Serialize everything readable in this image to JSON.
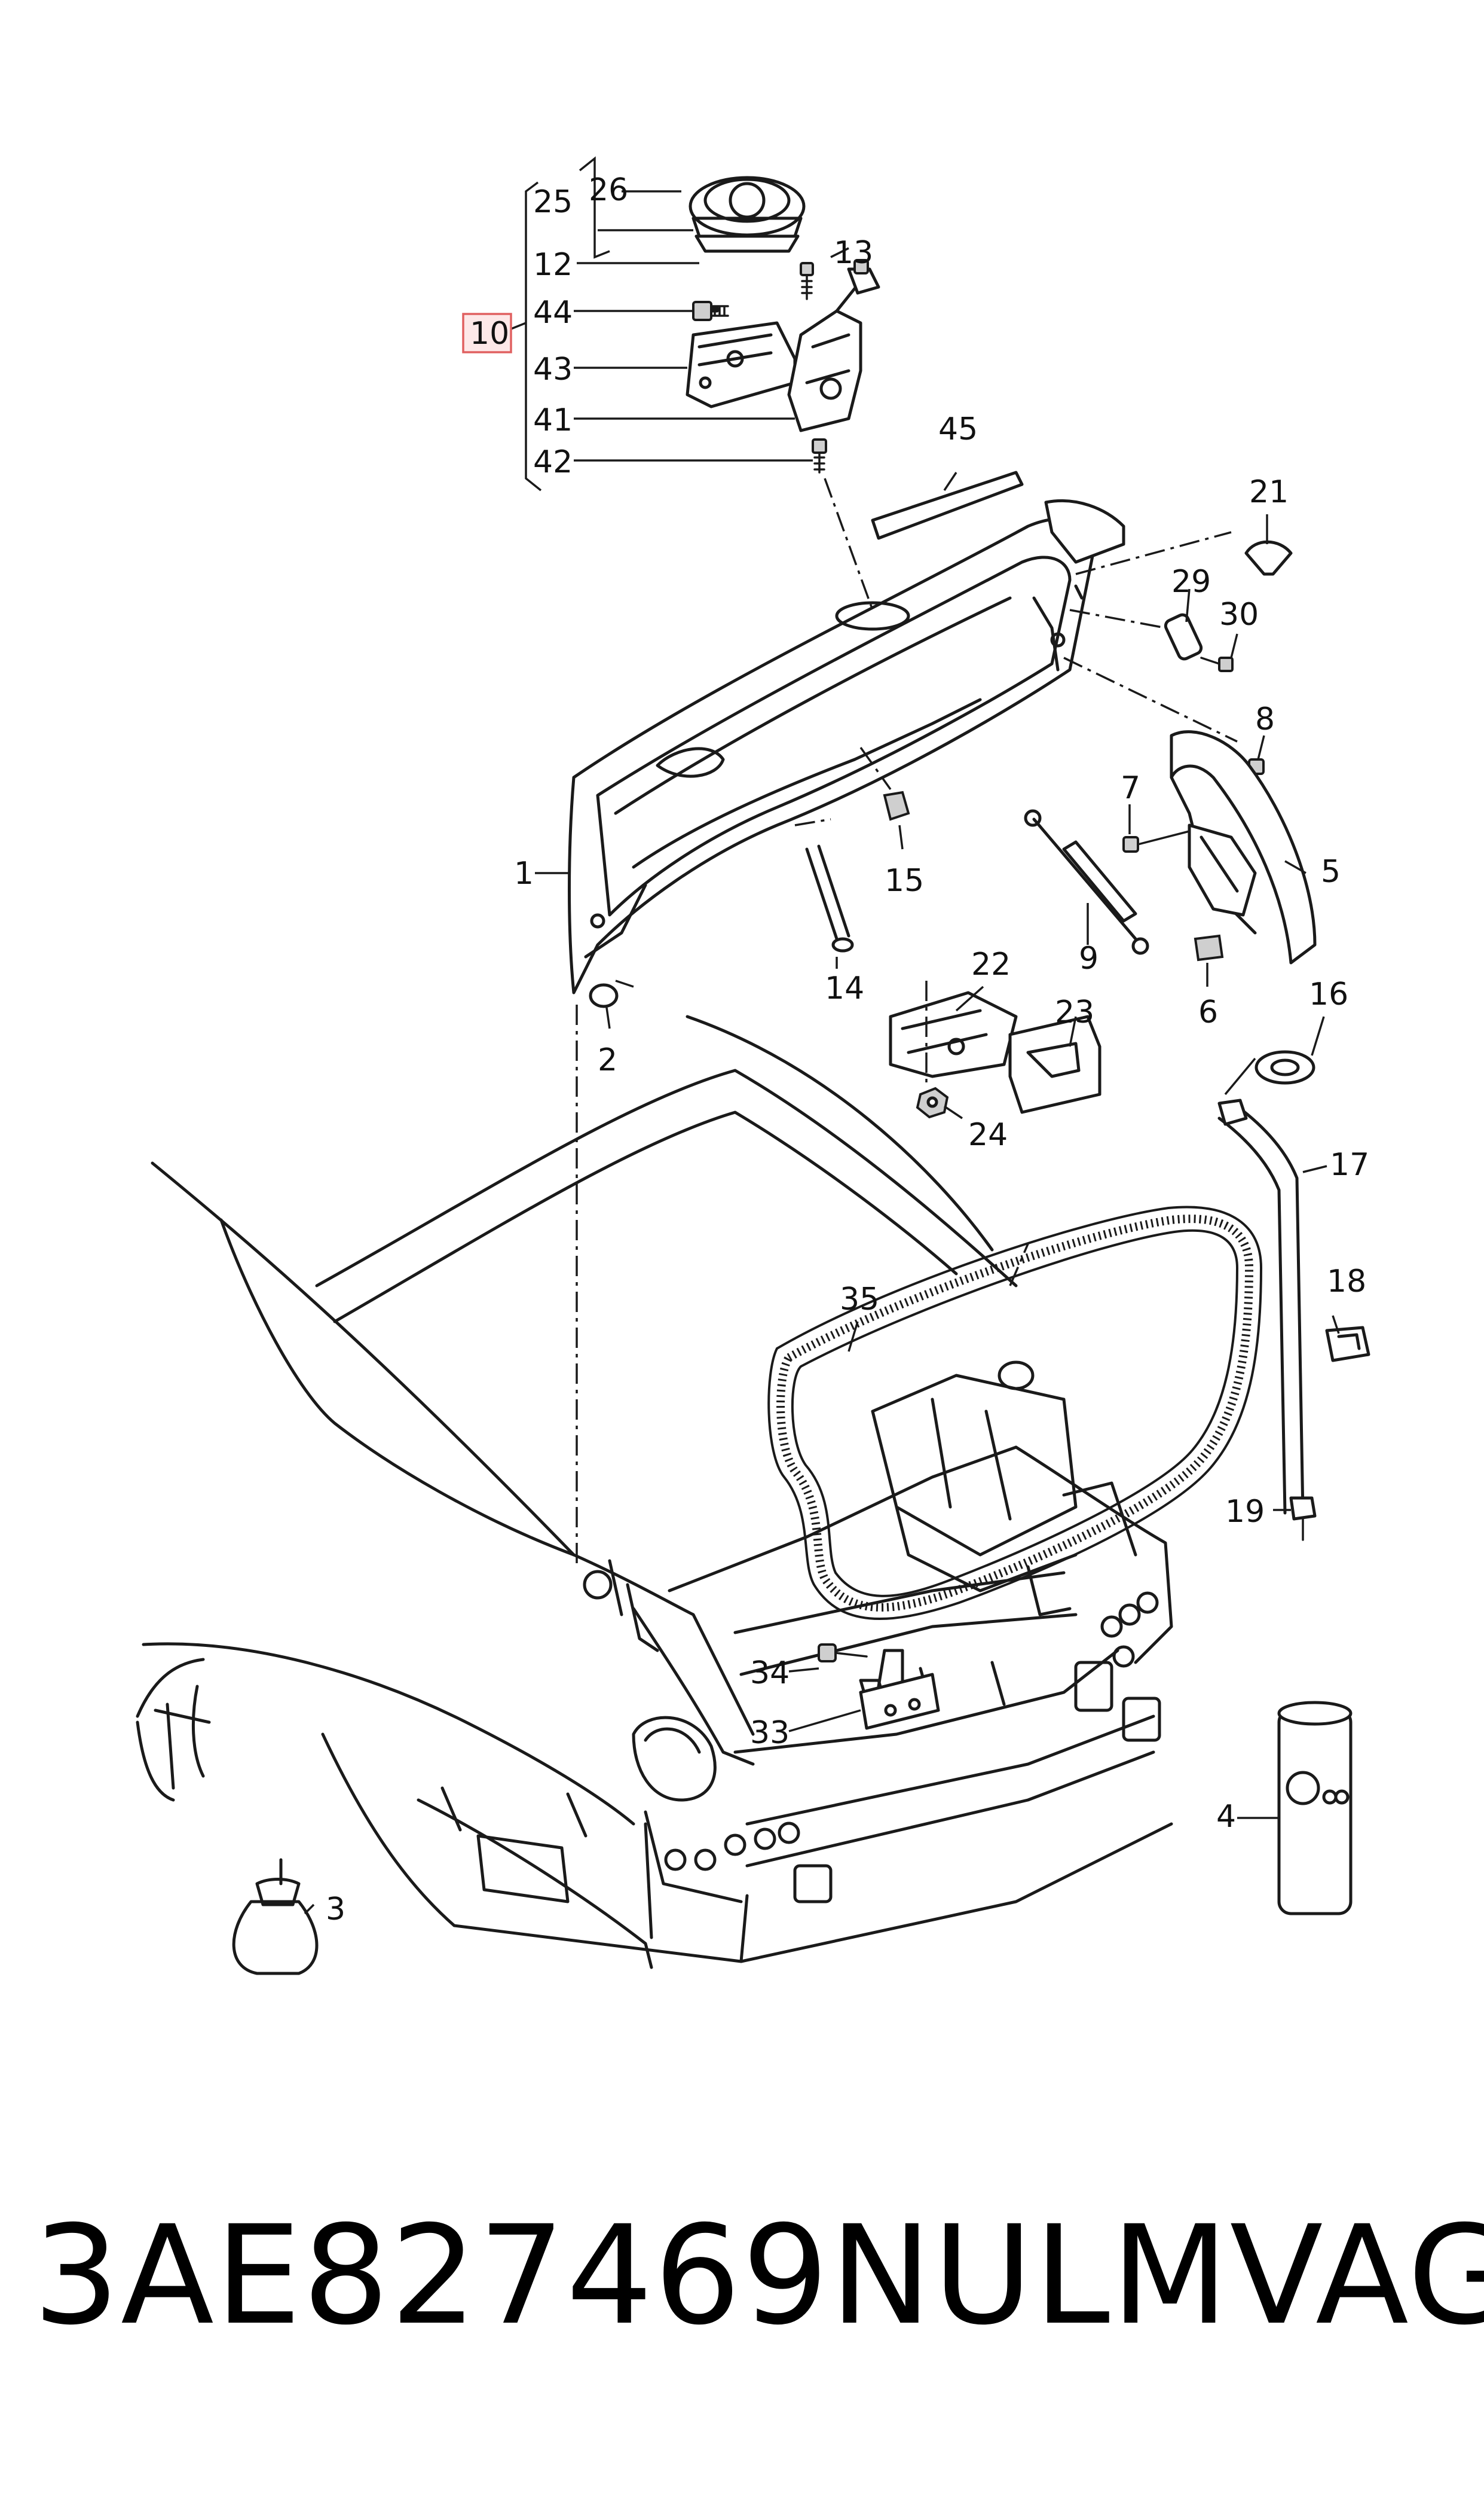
{
  "labels": {
    "p1": "1",
    "p2": "2",
    "p3": "3",
    "p4": "4",
    "p5": "5",
    "p6": "6",
    "p7": "7",
    "p8": "8",
    "p9": "9",
    "p10": "10",
    "p12": "12",
    "p13": "13",
    "p14": "14",
    "p15": "15",
    "p16": "16",
    "p17": "17",
    "p18": "18",
    "p19": "19",
    "p21": "21",
    "p22": "22",
    "p23": "23",
    "p24": "24",
    "p25": "25",
    "p26": "26",
    "p29": "29",
    "p30": "30",
    "p33": "33",
    "p34": "34",
    "p35": "35",
    "p41": "41",
    "p42": "42",
    "p43": "43",
    "p44": "44",
    "p45": "45"
  },
  "highlighted_label": "10",
  "footer": {
    "part_number": "3AE827469NULM",
    "brand": "VAG"
  },
  "colors": {
    "highlight_fill": "#fde8e8",
    "highlight_stroke": "#e06060",
    "ink": "#1a1a1a"
  }
}
